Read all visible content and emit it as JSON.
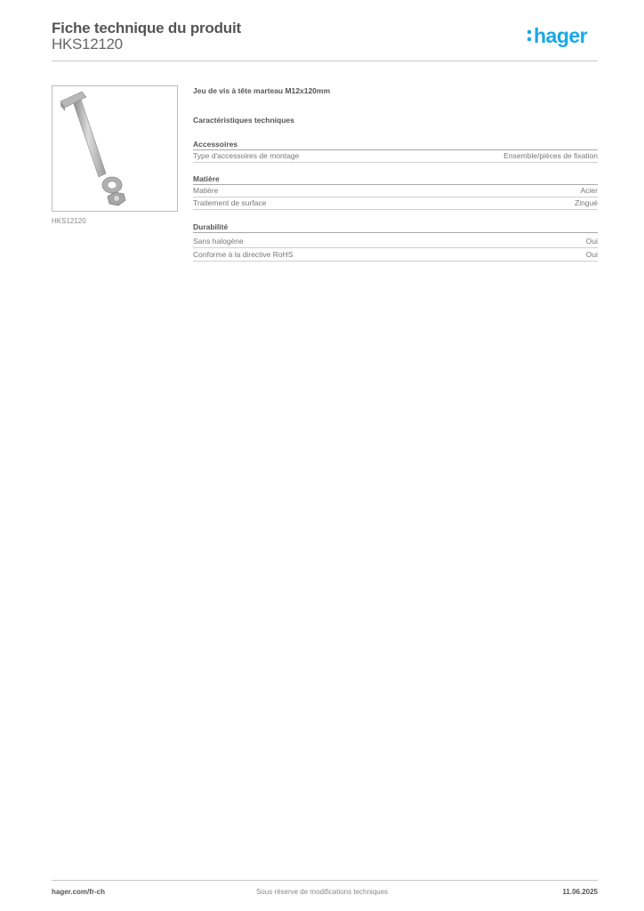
{
  "header": {
    "title": "Fiche technique du produit",
    "product_code": "HKS12120",
    "logo_text": "hager",
    "brand_color": "#19a8e6"
  },
  "image": {
    "icon": "t-bolt-washer-nut-image",
    "caption": "HKS12120"
  },
  "product": {
    "name": "Jeu de vis à tête marteau M12x120mm",
    "section_heading": "Caractéristiques techniques"
  },
  "groups": [
    {
      "title": "Accessoires",
      "rows": [
        {
          "label": "Type d'accessoires de montage",
          "value": "Ensemble/pièces de fixation"
        }
      ]
    },
    {
      "title": "Matière",
      "rows": [
        {
          "label": "Matière",
          "value": "Acier"
        },
        {
          "label": "Traitement de surface",
          "value": "Zingué"
        }
      ]
    },
    {
      "title": "Durabilité",
      "rows": [
        {
          "label": "Sans halogène",
          "value": "Oui"
        },
        {
          "label": "Conforme à la directive RoHS",
          "value": "Oui"
        }
      ]
    }
  ],
  "footer": {
    "website": "hager.com/fr-ch",
    "disclaimer": "Sous réserve de modifications techniques",
    "date": "11.06.2025"
  }
}
